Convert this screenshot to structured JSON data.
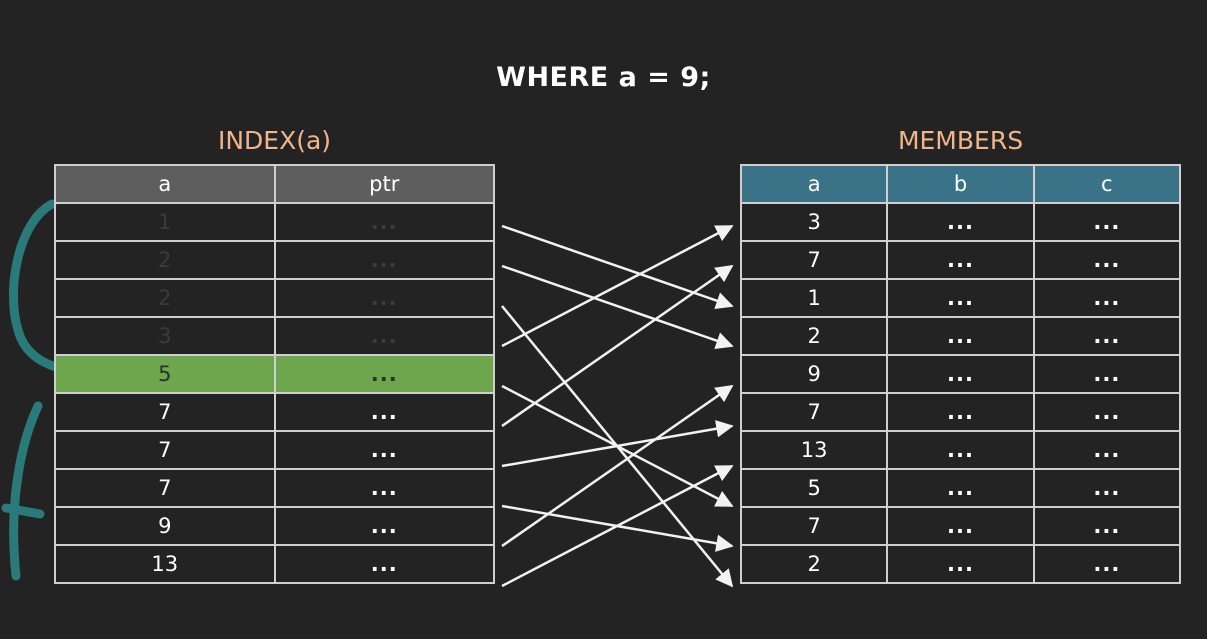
{
  "query": "WHERE a = 9;",
  "index": {
    "title": "INDEX(a)",
    "headers": [
      "a",
      "ptr"
    ],
    "rows": [
      {
        "a": "1",
        "ptr": "..."
      },
      {
        "a": "2",
        "ptr": "..."
      },
      {
        "a": "2",
        "ptr": "..."
      },
      {
        "a": "3",
        "ptr": "..."
      },
      {
        "a": "5",
        "ptr": "..."
      },
      {
        "a": "7",
        "ptr": "..."
      },
      {
        "a": "7",
        "ptr": "..."
      },
      {
        "a": "7",
        "ptr": "..."
      },
      {
        "a": "9",
        "ptr": "..."
      },
      {
        "a": "13",
        "ptr": "..."
      }
    ],
    "faded_rows": [
      0,
      1,
      2,
      3
    ],
    "highlighted_row": 4
  },
  "members": {
    "title": "MEMBERS",
    "headers": [
      "a",
      "b",
      "c"
    ],
    "rows": [
      {
        "a": "3",
        "b": "...",
        "c": "..."
      },
      {
        "a": "7",
        "b": "...",
        "c": "..."
      },
      {
        "a": "1",
        "b": "...",
        "c": "..."
      },
      {
        "a": "2",
        "b": "...",
        "c": "..."
      },
      {
        "a": "9",
        "b": "...",
        "c": "..."
      },
      {
        "a": "7",
        "b": "...",
        "c": "..."
      },
      {
        "a": "13",
        "b": "...",
        "c": "..."
      },
      {
        "a": "5",
        "b": "...",
        "c": "..."
      },
      {
        "a": "7",
        "b": "...",
        "c": "..."
      },
      {
        "a": "2",
        "b": "...",
        "c": "..."
      }
    ]
  },
  "pointers": [
    {
      "from": 0,
      "to": 2
    },
    {
      "from": 1,
      "to": 3
    },
    {
      "from": 2,
      "to": 9
    },
    {
      "from": 3,
      "to": 0
    },
    {
      "from": 4,
      "to": 7
    },
    {
      "from": 5,
      "to": 1
    },
    {
      "from": 6,
      "to": 5
    },
    {
      "from": 7,
      "to": 8
    },
    {
      "from": 8,
      "to": 4
    },
    {
      "from": 9,
      "to": 6
    }
  ],
  "colors": {
    "background": "#232323",
    "index_header": "#5e5e5e",
    "members_header": "#3a7388",
    "highlight": "#6ea64d",
    "title": "#f0b58a",
    "annotation": "#2a7a7a"
  }
}
